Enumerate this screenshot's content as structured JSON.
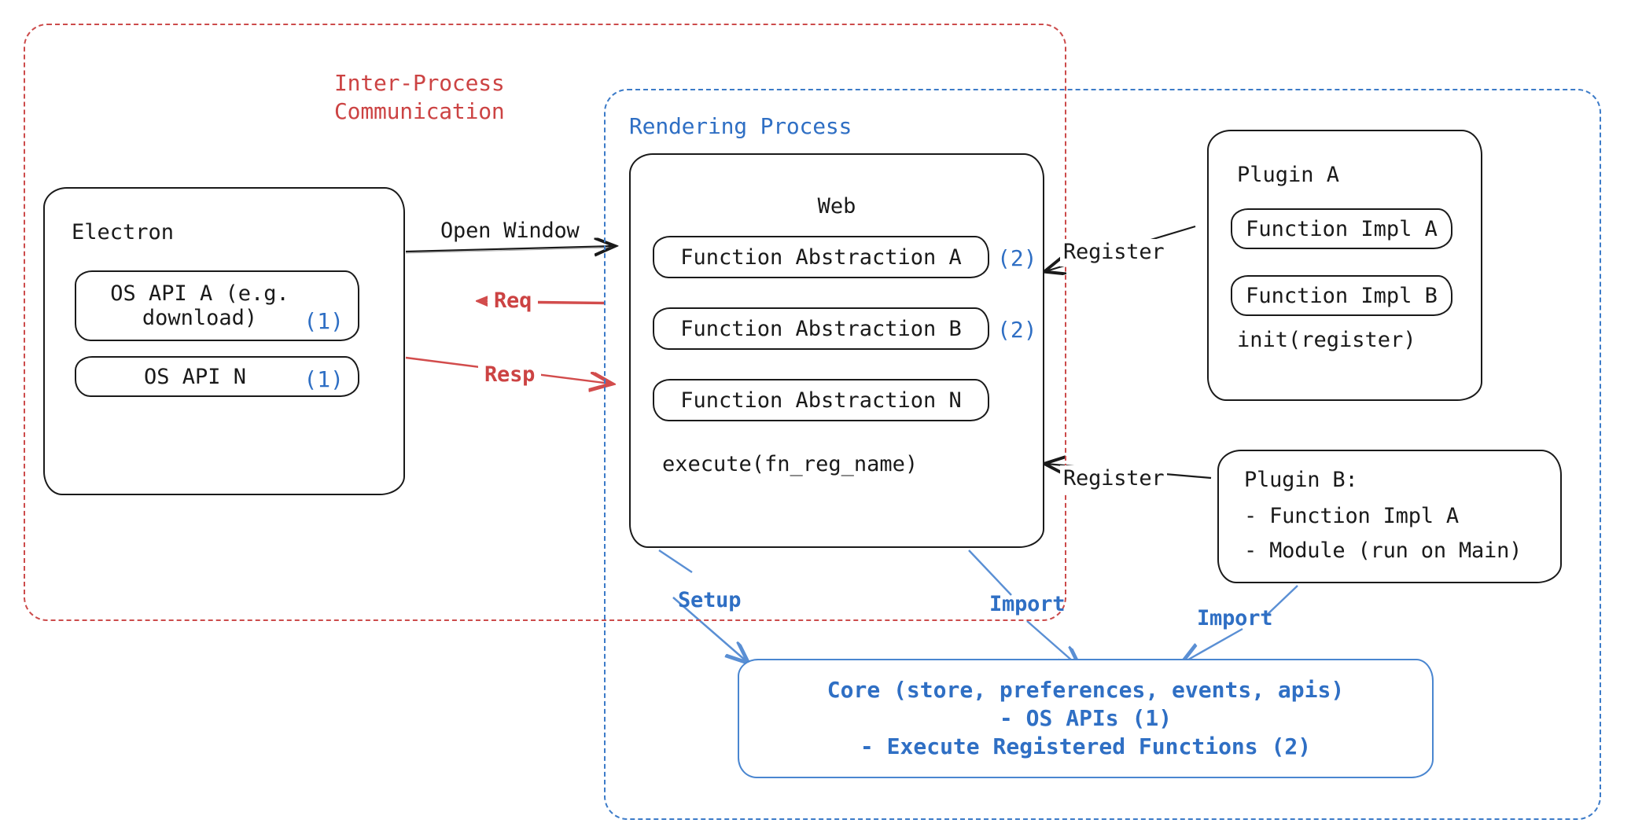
{
  "diagram": {
    "title": "Electron plugin architecture overview",
    "colors": {
      "ipc_red": "#cc4343",
      "process_blue": "#2f6fc4",
      "core_blue": "#4a86d0",
      "ink": "#1a1a1a"
    }
  },
  "containers": {
    "ipc": {
      "label": "Inter-Process\nCommunication",
      "style": "dashed-red"
    },
    "rendering_process": {
      "label": "Rendering Process",
      "style": "dashed-blue"
    }
  },
  "nodes": {
    "electron": {
      "title": "Electron",
      "items": [
        {
          "label": "OS API A (e.g.\ndownload)",
          "marker": "(1)"
        },
        {
          "label": "OS API N",
          "marker": "(1)"
        }
      ]
    },
    "web": {
      "title": "Web",
      "items": [
        {
          "label": "Function Abstraction A",
          "marker": "(2)"
        },
        {
          "label": "Function Abstraction B",
          "marker": "(2)"
        },
        {
          "label": "Function Abstraction N",
          "marker": ""
        }
      ],
      "footer": "execute(fn_reg_name)"
    },
    "plugin_a": {
      "title": "Plugin A",
      "items": [
        {
          "label": "Function Impl A"
        },
        {
          "label": "Function Impl B"
        }
      ],
      "footer": "init(register)"
    },
    "plugin_b": {
      "lines": [
        "Plugin B:",
        "- Function Impl A",
        "- Module (run on Main)"
      ]
    },
    "core": {
      "lines": [
        "Core (store, preferences, events, apis)",
        "- OS APIs (1)",
        "- Execute Registered Functions (2)"
      ]
    }
  },
  "edges": {
    "open_window": "Open Window",
    "req": "Req",
    "resp": "Resp",
    "register_a": "Register",
    "register_b": "Register",
    "setup": "Setup",
    "import_web": "Import",
    "import_plugin_b": "Import"
  }
}
